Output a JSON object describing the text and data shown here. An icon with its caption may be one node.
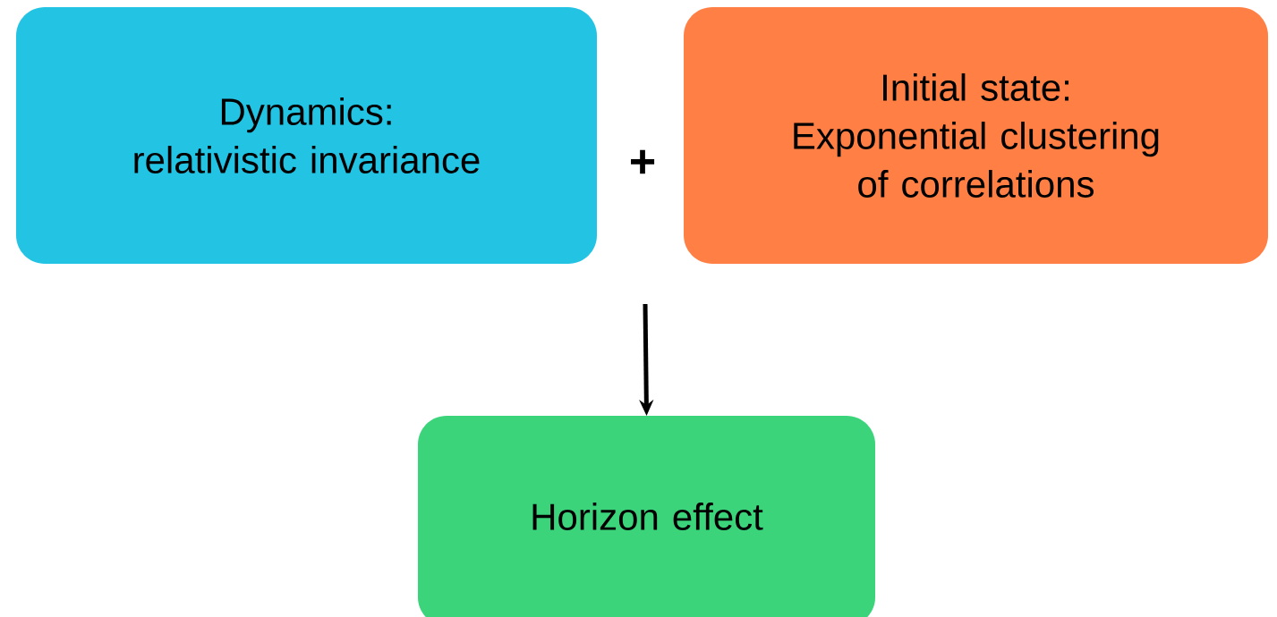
{
  "diagram": {
    "nodes": [
      {
        "text": [
          "Dynamics:",
          "relativistic invariance"
        ]
      },
      {
        "text": [
          "Initial state:",
          "Exponential clustering of correlations"
        ]
      },
      {
        "text": [
          "Horizon effect"
        ]
      }
    ],
    "edges": [
      {
        "from": null,
        "to": 2,
        "arrow": "to"
      }
    ],
    "labels": [
      "+"
    ]
  }
}
